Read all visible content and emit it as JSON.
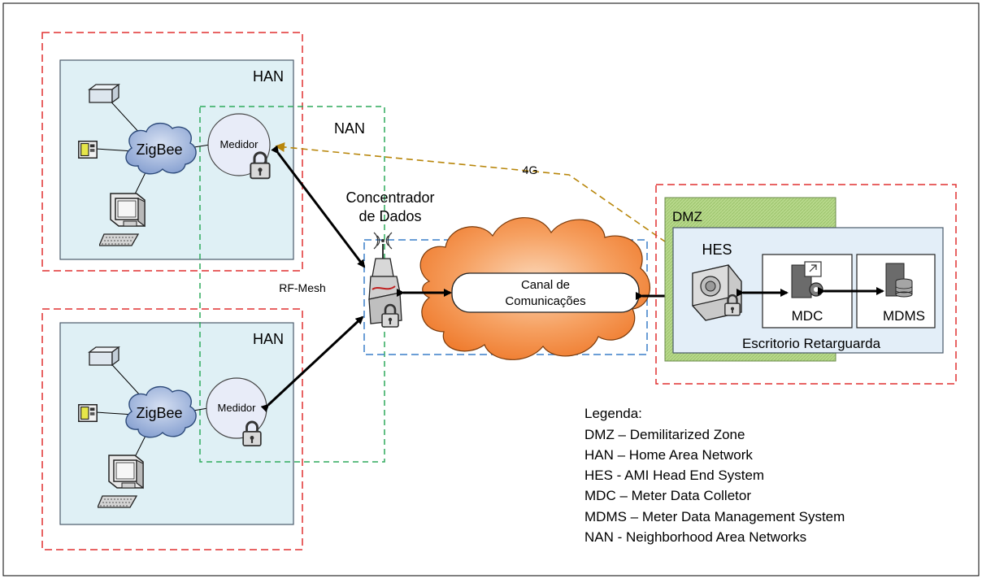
{
  "labels": {
    "han_top": "HAN",
    "han_bottom": "HAN",
    "nan": "NAN",
    "zigbee_top": "ZigBee",
    "zigbee_bottom": "ZigBee",
    "medidor_top": "Medidor",
    "medidor_bottom": "Medidor",
    "concentrador_line1": "Concentrador",
    "concentrador_line2": "de Dados",
    "rf_mesh": "RF-Mesh",
    "link_4g": "4G",
    "canal_line1": "Canal de",
    "canal_line2": "Comunicações",
    "dmz": "DMZ",
    "hes": "HES",
    "mdc": "MDC",
    "mdms": "MDMS",
    "escritorio": "Escritorio Retarguarda"
  },
  "legend": {
    "title": "Legenda:",
    "items": [
      "DMZ – Demilitarized Zone",
      "HAN – Home Area Network",
      "HES - AMI Head End System",
      "MDC – Meter Data Colletor",
      "MDMS – Meter Data Management System",
      "NAN - Neighborhood Area Networks"
    ]
  },
  "colors": {
    "han_zone_border": "#e03030",
    "nan_zone_border": "#2eaa5c",
    "concentrator_zone_border": "#3a7fc8",
    "link_4g": "#b8860b",
    "cloud_fill": "#f4873a",
    "han_panel_fill": "#dff0f5",
    "dmz_fill": "#b8d98c",
    "office_fill": "#e3eef8",
    "zigbee_fill": "#8fa8d6"
  },
  "icons": [
    "computer-icon",
    "meter-device-icon",
    "terminal-icon",
    "padlock-icon",
    "antenna-icon",
    "server-icon",
    "database-server-icon"
  ]
}
